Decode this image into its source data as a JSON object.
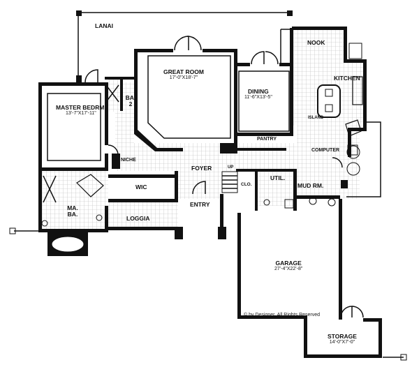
{
  "rooms": {
    "lanai": {
      "name": "LANAI"
    },
    "great_room": {
      "name": "GREAT ROOM",
      "size": "17'-0\"X18'-7\""
    },
    "dining": {
      "name": "DINING",
      "size": "11'-6\"X13'-5\""
    },
    "nook": {
      "name": "NOOK"
    },
    "kitchen": {
      "name": "KITCHEN"
    },
    "island": {
      "name": "ISLAND"
    },
    "pantry": {
      "name": "PANTRY"
    },
    "computer": {
      "name": "COMPUTER"
    },
    "master_bedroom": {
      "name": "MASTER BEDRM.",
      "size": "13'-7\"X17'-11\""
    },
    "bath2": {
      "name": "BA. 2"
    },
    "niche": {
      "name": "NICHE"
    },
    "wic": {
      "name": "WIC"
    },
    "master_bath": {
      "name": "MA. BA."
    },
    "loggia": {
      "name": "LOGGIA"
    },
    "foyer": {
      "name": "FOYER"
    },
    "up": {
      "name": "UP"
    },
    "entry": {
      "name": "ENTRY"
    },
    "clo": {
      "name": "CLO."
    },
    "utility": {
      "name": "UTIL."
    },
    "mud_room": {
      "name": "MUD RM."
    },
    "garage": {
      "name": "GARAGE",
      "size": "27'-4\"X22'-8\""
    },
    "storage": {
      "name": "STORAGE",
      "size": "14'-0\"X7'-0\""
    }
  },
  "credit": "© by Designer, All Rights Reserved"
}
